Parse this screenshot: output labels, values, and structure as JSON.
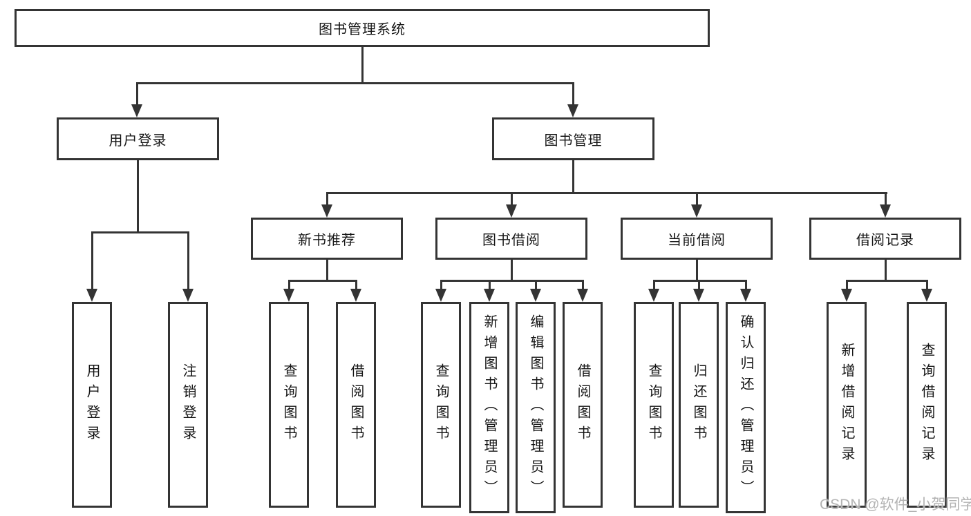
{
  "tree": {
    "root": "图书管理系统",
    "level2": [
      "用户登录",
      "图书管理"
    ],
    "level3": [
      "新书推荐",
      "图书借阅",
      "当前借阅",
      "借阅记录"
    ],
    "leaves_user_login": [
      "用户登录",
      "注销登录"
    ],
    "leaves_new_book": [
      "查询图书",
      "借阅图书"
    ],
    "leaves_book_borrow": [
      "查询图书",
      "新增图书（管理员）",
      "编辑图书（管理员）",
      "借阅图书"
    ],
    "leaves_current_borrow": [
      "查询图书",
      "归还图书",
      "确认归还（管理员）"
    ],
    "leaves_borrow_records": [
      "新增借阅记录",
      "查询借阅记录"
    ]
  },
  "watermark": "CSDN @软件_小贺同学",
  "colors": {
    "line": "#343434",
    "text": "#161616",
    "background": "#ffffff",
    "watermark": "#b3b3b3"
  }
}
